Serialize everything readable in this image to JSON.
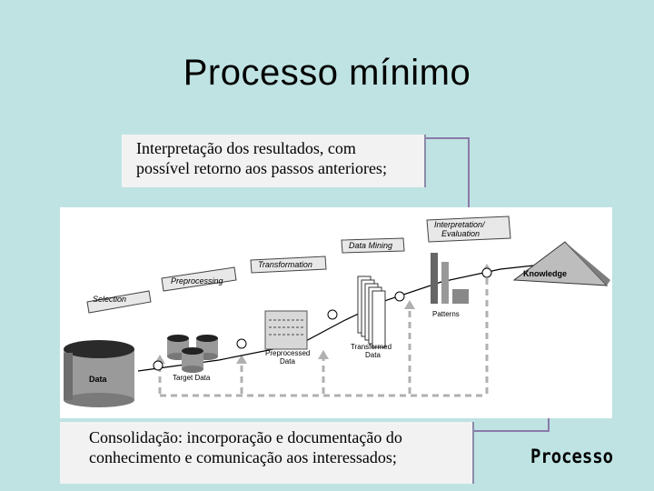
{
  "slide": {
    "title": "Processo mínimo",
    "side_label": "Processo"
  },
  "notes": {
    "interpretation": [
      "Interpretação dos resultados, com",
      "possível retorno aos passos anteriores;"
    ],
    "consolidation": [
      "Consolidação: incorporação e documentação do",
      "conhecimento e comunicação aos interessados;"
    ]
  },
  "diagram": {
    "steps": [
      "Selection",
      "Preprocessing",
      "Transformation",
      "Data Mining",
      "Interpretation/",
      "Evaluation"
    ],
    "artifacts": {
      "data": "Data",
      "target": "Target Data",
      "preprocessed_1": "Preprocessed",
      "preprocessed_2": "Data",
      "transformed_1": "Transformed",
      "transformed_2": "Data",
      "patterns": "Patterns",
      "knowledge": "Knowledge"
    }
  },
  "colors": {
    "background": "#bfe3e3",
    "note_fill": "#f2f2f2",
    "connector": "#8a7aa8"
  }
}
